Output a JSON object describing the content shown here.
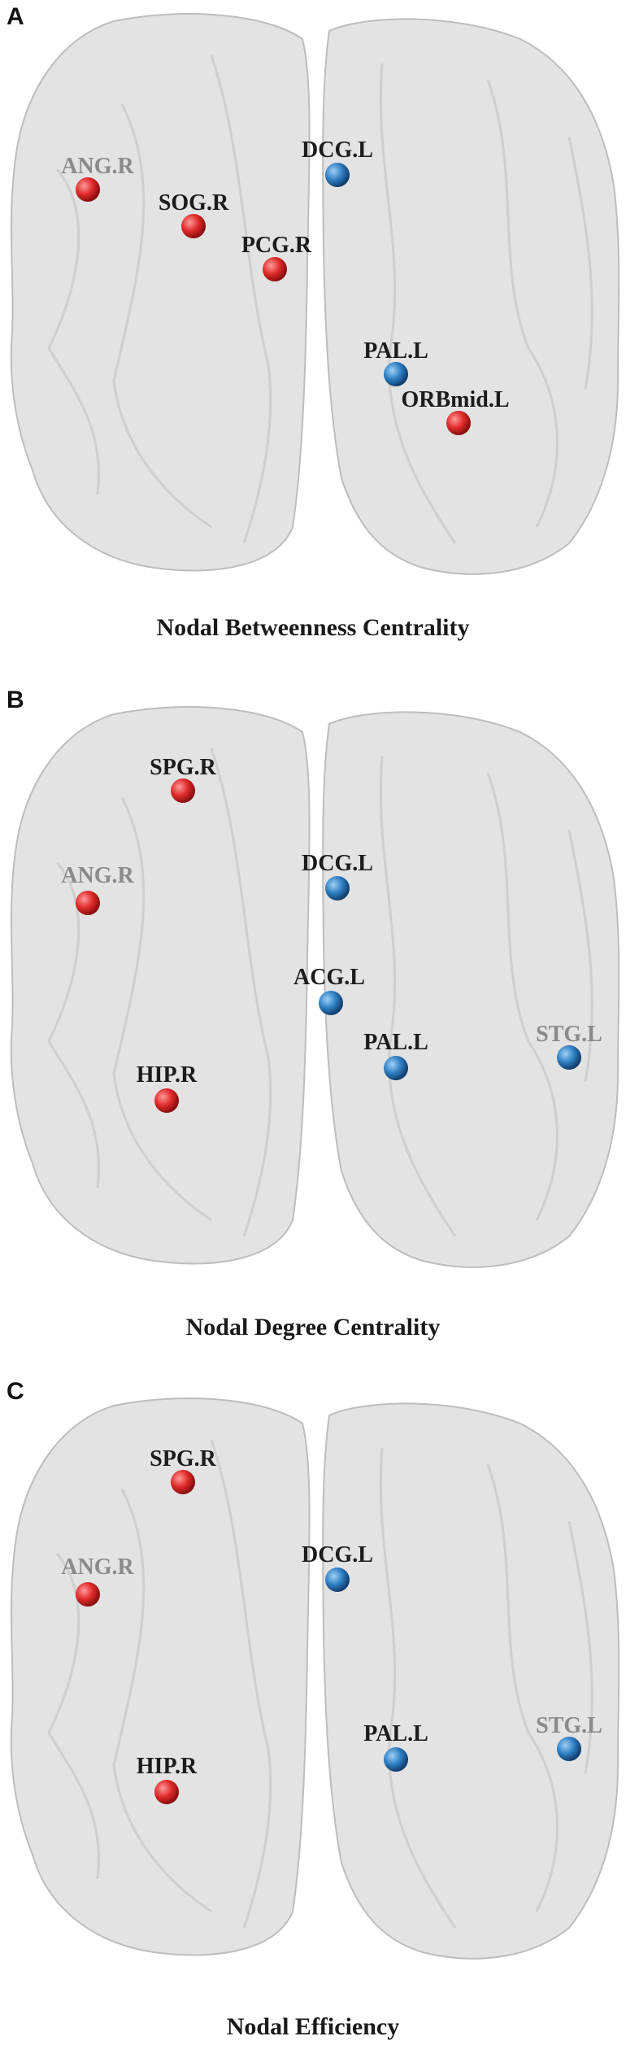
{
  "colors": {
    "red_node": "#e02a2a",
    "blue_node": "#2f7fc4",
    "brain_fill": "#d9d9d9",
    "label_dark": "#1c1c1c",
    "label_faded": "#8a8a8a"
  },
  "panels": [
    {
      "letter": "A",
      "caption": "Nodal Betweenness Centrality",
      "nodes": [
        {
          "label": "ANG.R",
          "color": "red",
          "faded": true
        },
        {
          "label": "SOG.R",
          "color": "red",
          "faded": false
        },
        {
          "label": "PCG.R",
          "color": "red",
          "faded": false
        },
        {
          "label": "DCG.L",
          "color": "blue",
          "faded": false
        },
        {
          "label": "PAL.L",
          "color": "blue",
          "faded": false
        },
        {
          "label": "ORBmid.L",
          "color": "red",
          "faded": false
        }
      ]
    },
    {
      "letter": "B",
      "caption": "Nodal Degree Centrality",
      "nodes": [
        {
          "label": "SPG.R",
          "color": "red",
          "faded": false
        },
        {
          "label": "ANG.R",
          "color": "red",
          "faded": true
        },
        {
          "label": "HIP.R",
          "color": "red",
          "faded": false
        },
        {
          "label": "DCG.L",
          "color": "blue",
          "faded": false
        },
        {
          "label": "ACG.L",
          "color": "blue",
          "faded": false
        },
        {
          "label": "PAL.L",
          "color": "blue",
          "faded": false
        },
        {
          "label": "STG.L",
          "color": "blue",
          "faded": true
        }
      ]
    },
    {
      "letter": "C",
      "caption": "Nodal Efficiency",
      "nodes": [
        {
          "label": "SPG.R",
          "color": "red",
          "faded": false
        },
        {
          "label": "ANG.R",
          "color": "red",
          "faded": true
        },
        {
          "label": "HIP.R",
          "color": "red",
          "faded": false
        },
        {
          "label": "DCG.L",
          "color": "blue",
          "faded": false
        },
        {
          "label": "PAL.L",
          "color": "blue",
          "faded": false
        },
        {
          "label": "STG.L",
          "color": "blue",
          "faded": true
        }
      ]
    }
  ]
}
